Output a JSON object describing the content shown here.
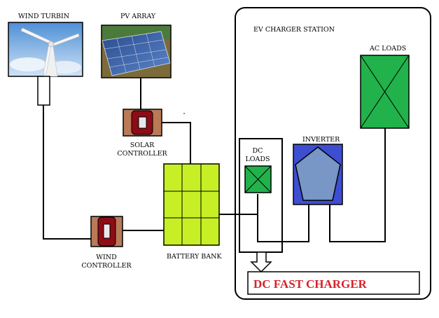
{
  "labels": {
    "wind_turbine": "WIND TURBIN",
    "pv_array": "PV ARRAY",
    "solar_controller_line1": "SOLAR",
    "solar_controller_line2": "CONTROLLER",
    "wind_controller_line1": "WIND",
    "wind_controller_line2": "CONTROLLER",
    "battery_bank": "BATTERY BANK",
    "ev_station": "EV CHARGER STATION",
    "dc_loads_line1": "DC",
    "dc_loads_line2": "LOADS",
    "inverter": "INVERTER",
    "ac_loads": "AC LOADS",
    "dc_fast_charger": "DC FAST CHARGER"
  },
  "colors": {
    "battery": "#c6f025",
    "load_box": "#21b24b",
    "inverter_box": "#3d4ed3",
    "inverter_shape": "#7896c6",
    "controller_outer": "#b87a57",
    "controller_inner": "#8e0c16",
    "dc_fast_charger_text": "#d6222a"
  }
}
